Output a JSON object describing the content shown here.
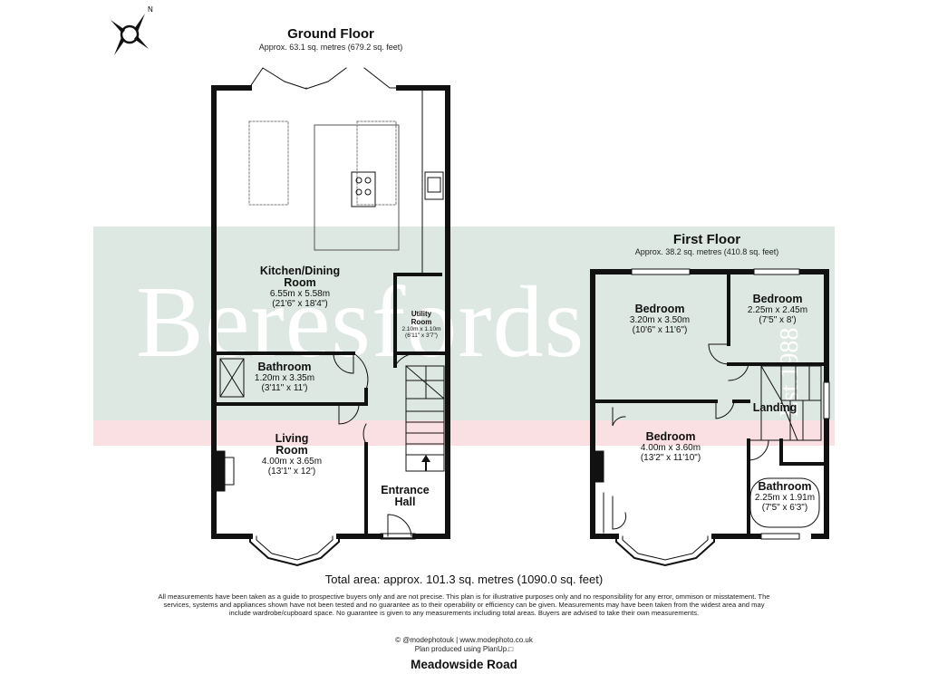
{
  "colors": {
    "wall": "#111111",
    "banner_green": "#dde8e3",
    "banner_pink": "#fbe0e3",
    "watermark": "#ffffff"
  },
  "icons": [
    "compass-icon",
    "hob-icon",
    "sink-icon",
    "stair-arrow-icon",
    "bath-icon",
    "shower-tray-icon"
  ],
  "watermark": {
    "text": "Beresfords",
    "est": "Est.1988"
  },
  "ground_floor": {
    "title": "Ground Floor",
    "area": "Approx. 63.1 sq. metres (679.2 sq. feet)",
    "rooms": {
      "kitchen": {
        "name": "Kitchen/Dining\nRoom",
        "dims": "6.55m x 5.58m\n(21'6\" x 18'4\")"
      },
      "utility": {
        "name": "Utility\nRoom",
        "dims": "2.10m x 1.10m\n(6'11\" x 3'7\")"
      },
      "bathroom": {
        "name": "Bathroom",
        "dims": "1.20m x 3.35m\n(3'11\" x 11')"
      },
      "living": {
        "name": "Living\nRoom",
        "dims": "4.00m x 3.65m\n(13'1\" x 12')"
      },
      "hall": {
        "name": "Entrance\nHall"
      }
    }
  },
  "first_floor": {
    "title": "First Floor",
    "area": "Approx. 38.2 sq. metres (410.8 sq. feet)",
    "rooms": {
      "bedroom1": {
        "name": "Bedroom",
        "dims": "3.20m x 3.50m\n(10'6\" x 11'6\")"
      },
      "bedroom2": {
        "name": "Bedroom",
        "dims": "2.25m x 2.45m\n(7'5\" x 8')"
      },
      "landing": {
        "name": "Landing"
      },
      "bedroom3": {
        "name": "Bedroom",
        "dims": "4.00m x 3.60m\n(13'2\" x 11'10\")"
      },
      "bathroom": {
        "name": "Bathroom",
        "dims": "2.25m x 1.91m\n(7'5\" x 6'3\")"
      }
    }
  },
  "total_area": "Total area: approx. 101.3 sq. metres (1090.0 sq. feet)",
  "disclaimer": "All measurements have been taken as a guide to prospective buyers only and are not precise. This plan is for illustrative purposes only and no responsibility for any error, ommison or misstatement. The services, systems and appliances shown have not been tested and no guarantee as to their operability or efficiency can be given. Measurements may have been taken from the widest area and may include wardrobe/cupboard space. No guarantee is given to any measurements including total areas. Buyers are advised to take their own measurements.",
  "credit_line1": "© @modephotouk | www.modephoto.co.uk",
  "credit_line2": "Plan produced using PlanUp.□",
  "address": "Meadowside Road"
}
